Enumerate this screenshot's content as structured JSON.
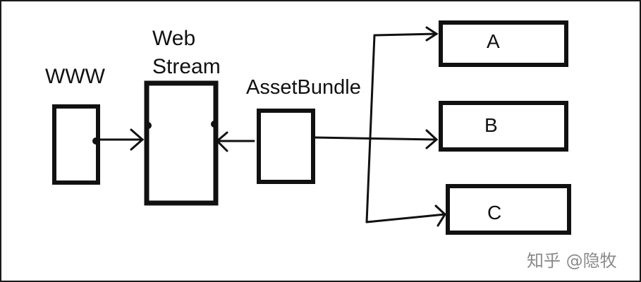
{
  "diagram": {
    "nodes": {
      "www": "WWW",
      "web_stream_line1": "Web",
      "web_stream_line2": "Stream",
      "asset_bundle": "AssetBundle",
      "a": "A",
      "b": "B",
      "c": "C"
    },
    "edges": [
      {
        "from": "www",
        "to": "web_stream"
      },
      {
        "from": "asset_bundle",
        "to": "web_stream"
      },
      {
        "from": "asset_bundle",
        "to": "a"
      },
      {
        "from": "asset_bundle",
        "to": "b"
      },
      {
        "from": "asset_bundle",
        "to": "c"
      }
    ]
  },
  "watermark": "知乎 @隐牧",
  "colors": {
    "ink": "#111111",
    "watermark": "#8a8a8a",
    "background": "#ffffff"
  }
}
